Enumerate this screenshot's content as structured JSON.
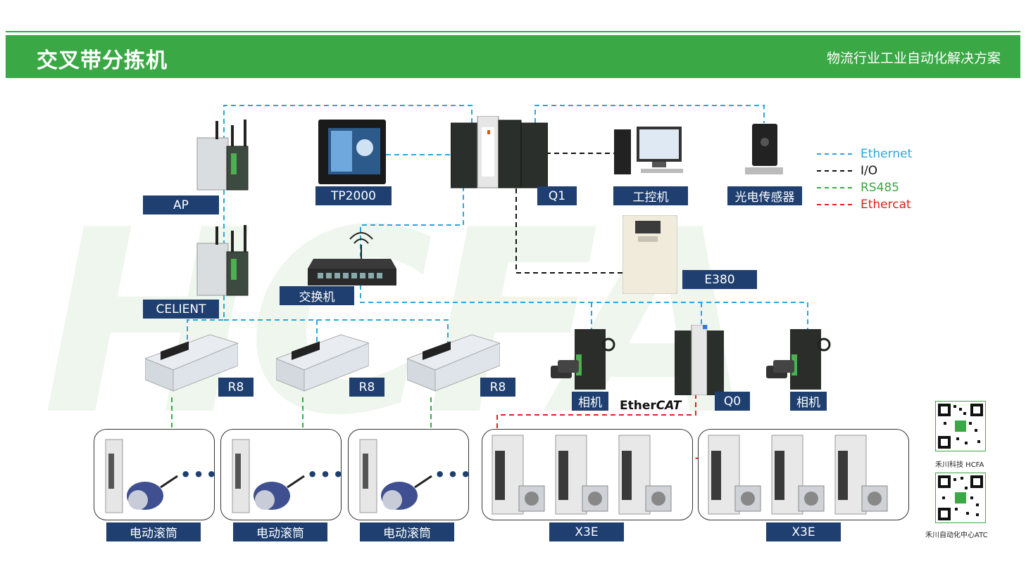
{
  "header": {
    "title": "交叉带分拣机",
    "subtitle": "物流行业工业自动化解决方案"
  },
  "watermark": "HCFA",
  "legend": [
    {
      "label": "Ethernet",
      "color": "#2aa6d8"
    },
    {
      "label": "I/O",
      "color": "#111111"
    },
    {
      "label": "RS485",
      "color": "#3aa845"
    },
    {
      "label": "Ethercat",
      "color": "#e02020"
    }
  ],
  "labels": {
    "ap": "AP",
    "client": "CELIENT",
    "tp2000": "TP2000",
    "q1": "Q1",
    "ipc": "工控机",
    "sensor": "光电传感器",
    "switch": "交换机",
    "e380": "E380",
    "r8_1": "R8",
    "r8_2": "R8",
    "r8_3": "R8",
    "camera_1": "相机",
    "camera_2": "相机",
    "q0": "Q0",
    "roller_1": "电动滚筒",
    "roller_2": "电动滚筒",
    "roller_3": "电动滚筒",
    "x3e_1": "X3E",
    "x3e_2": "X3E"
  },
  "ethercat_logo": {
    "prefix": "Ether",
    "suffix": "CAT"
  },
  "ellipsis": "•••",
  "qr_codes": [
    {
      "caption": "禾川科技 HCFA"
    },
    {
      "caption": "禾川自动化中心ATC"
    }
  ],
  "colors": {
    "brand_green": "#3aa845",
    "label_navy": "#1e3f6f"
  }
}
